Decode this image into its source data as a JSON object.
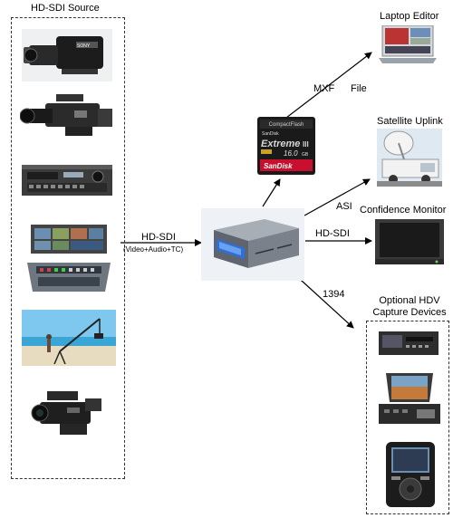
{
  "source_title": "HD-SDI Source",
  "link_main": "HD-SDI",
  "link_main_sub": "(Video+Audio+TC)",
  "link_mxf": "MXF",
  "link_file": "File",
  "link_asi": "ASI",
  "link_hdsdi": "HD-SDI",
  "link_1394": "1394",
  "dest_laptop": "Laptop Editor",
  "dest_satellite": "Satellite Uplink",
  "dest_monitor": "Confidence Monitor",
  "dest_hdv_line1": "Optional HDV",
  "dest_hdv_line2": "Capture Devices",
  "card": {
    "brand_top": "CompactFlash",
    "brand_small": "SanDisk",
    "product": "Extreme",
    "product_suffix": "III",
    "capacity": "16.0",
    "capacity_unit": "GB",
    "brand_bottom": "SanDisk"
  },
  "camera_badge": "SONY",
  "colors": {
    "line": "#000000",
    "box_border": "#333333",
    "card_red": "#c8102e",
    "device_blue": "#2e6fd8",
    "sky": "#7ec8ef"
  }
}
